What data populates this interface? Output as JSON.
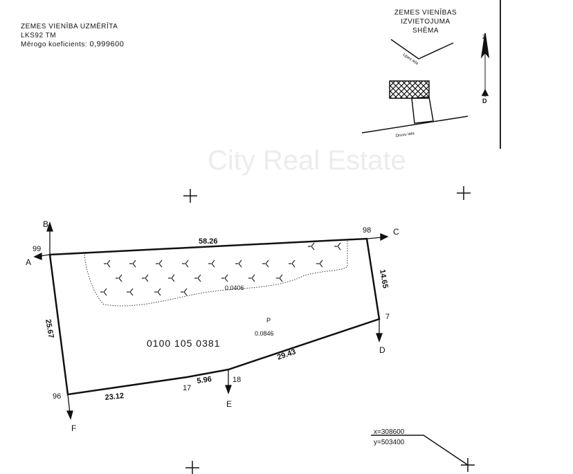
{
  "header": {
    "title": "ZEMES VIENĪBA UZMĒRĪTA",
    "system": "LKS92 TM",
    "scale_label": "Mērogo koeficients:",
    "scale_value": "0,999600"
  },
  "location_scheme": {
    "title_line1": "ZEMES VIENĪBAS",
    "title_line2": "IZVIETOJUMA SHĒMA",
    "street_upper": "Upes iela",
    "street_lower": "Druvu iela",
    "north_label": "Z",
    "south_label": "D"
  },
  "parcel": {
    "cadastral_number": "0100 105 0381",
    "land_use_code": "P",
    "total_area": "0.0846",
    "forest_area": "0.0406",
    "points": [
      "99",
      "98",
      "7",
      "18",
      "17",
      "96"
    ],
    "directions": [
      "A",
      "B",
      "C",
      "D",
      "E",
      "F"
    ],
    "distances": {
      "north": "58.26",
      "east": "14.65",
      "southeast": "29.43",
      "south_mid": "5.96",
      "south_west": "23.12",
      "west": "25.67"
    }
  },
  "coordinates": {
    "x": "x=308600",
    "y": "y=503400"
  },
  "watermark": "City Real Estate"
}
